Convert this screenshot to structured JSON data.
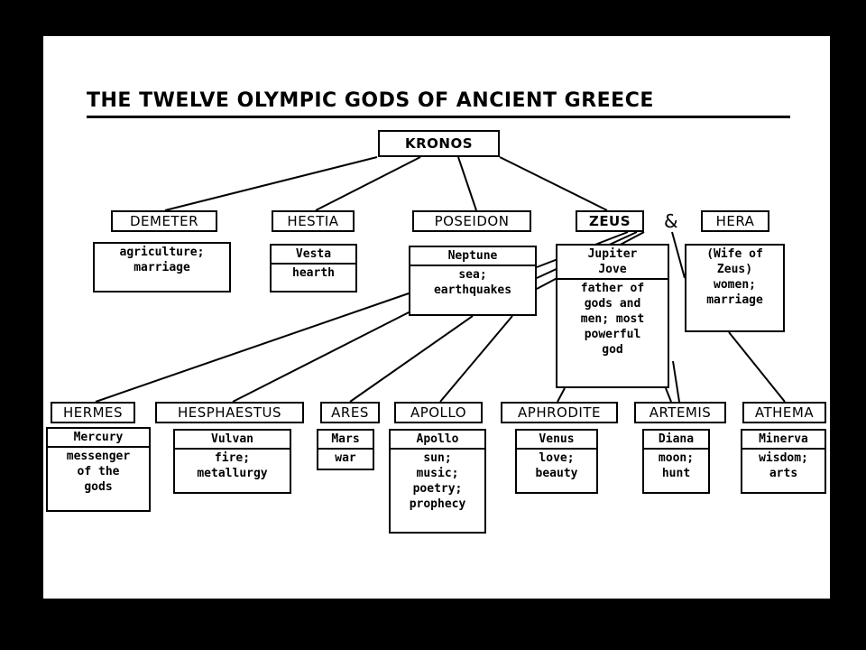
{
  "title": "THE TWELVE OLYMPIC GODS OF ANCIENT GREECE",
  "root": {
    "name": "KRONOS"
  },
  "children_of_kronos": [
    {
      "id": "demeter",
      "name": "DEMETER",
      "details": [
        [
          "agriculture;",
          "marriage"
        ]
      ]
    },
    {
      "id": "hestia",
      "name": "HESTIA",
      "details": [
        [
          "Vesta"
        ],
        [
          "hearth"
        ]
      ]
    },
    {
      "id": "poseidon",
      "name": "POSEIDON",
      "details": [
        [
          "Neptune"
        ],
        [
          "sea;",
          "earthquakes"
        ]
      ]
    },
    {
      "id": "zeus",
      "name": "ZEUS",
      "details": [
        [
          "Jupiter",
          "Jove"
        ],
        [
          "father of",
          "gods and",
          "men; most",
          "powerful",
          "god"
        ]
      ]
    }
  ],
  "ampersand": "&",
  "spouse": {
    "id": "hera",
    "name": "HERA",
    "details": [
      [
        "(Wife of",
        "Zeus)",
        "women;",
        "marriage"
      ]
    ]
  },
  "offspring": [
    {
      "id": "hermes",
      "name": "HERMES",
      "details": [
        [
          "Mercury"
        ],
        [
          "messenger",
          "of the",
          "gods"
        ]
      ]
    },
    {
      "id": "hesphaestus",
      "name": "HESPHAESTUS",
      "details": [
        [
          "Vulvan"
        ],
        [
          "fire;",
          "metallurgy"
        ]
      ]
    },
    {
      "id": "ares",
      "name": "ARES",
      "details": [
        [
          "Mars"
        ],
        [
          "war"
        ]
      ]
    },
    {
      "id": "apollo",
      "name": "APOLLO",
      "details": [
        [
          "Apollo"
        ],
        [
          "sun;",
          "music;",
          "poetry;",
          "prophecy"
        ]
      ]
    },
    {
      "id": "aphrodite",
      "name": "APHRODITE",
      "details": [
        [
          "Venus"
        ],
        [
          "love;",
          "beauty"
        ]
      ]
    },
    {
      "id": "artemis",
      "name": "ARTEMIS",
      "details": [
        [
          "Diana"
        ],
        [
          "moon;",
          "hunt"
        ]
      ]
    },
    {
      "id": "athema",
      "name": "ATHEMA",
      "details": [
        [
          "Minerva"
        ],
        [
          "wisdom;",
          "arts"
        ]
      ]
    }
  ]
}
